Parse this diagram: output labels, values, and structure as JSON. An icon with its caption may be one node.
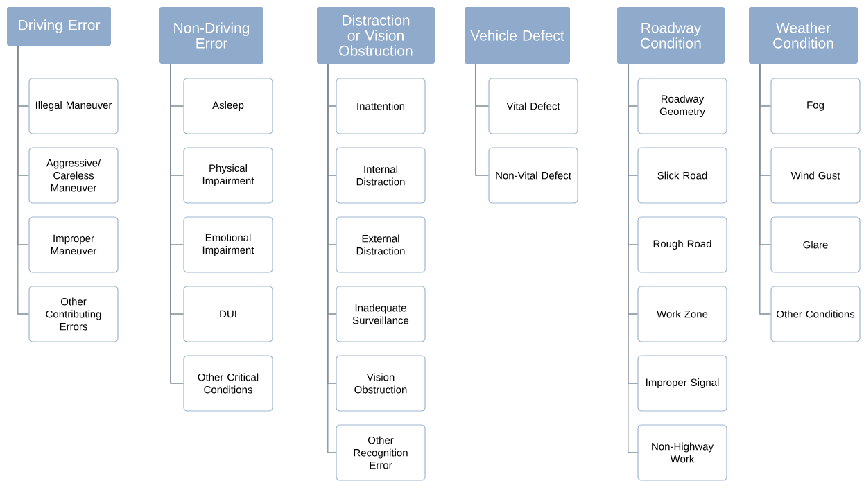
{
  "diagram": {
    "nodes": [
      {
        "text": [
          "Driving Error"
        ]
      },
      {
        "text": [
          "Illegal Maneuver"
        ]
      },
      {
        "text": [
          "Aggressive/ Careless Maneuver"
        ]
      },
      {
        "text": [
          "Improper Maneuver"
        ]
      },
      {
        "text": [
          "Other Contributing Errors"
        ]
      },
      {
        "text": [
          "Non-Driving Error"
        ]
      },
      {
        "text": [
          "Asleep"
        ]
      },
      {
        "text": [
          "Physical Impairment"
        ]
      },
      {
        "text": [
          "Emotional Impairment"
        ]
      },
      {
        "text": [
          "DUI"
        ]
      },
      {
        "text": [
          "Other Critical Conditions"
        ]
      },
      {
        "text": [
          "Distraction or Vision Obstruction"
        ]
      },
      {
        "text": [
          "Inattention"
        ]
      },
      {
        "text": [
          "Internal Distraction"
        ]
      },
      {
        "text": [
          "External Distraction"
        ]
      },
      {
        "text": [
          "Inadequate Surveillance"
        ]
      },
      {
        "text": [
          "Vision Obstruction"
        ]
      },
      {
        "text": [
          "Other Recognition Error"
        ]
      },
      {
        "text": [
          "Vehicle Defect"
        ]
      },
      {
        "text": [
          "Vital Defect"
        ]
      },
      {
        "text": [
          "Non-Vital Defect"
        ]
      },
      {
        "text": [
          "Roadway Condition"
        ]
      },
      {
        "text": [
          "Roadway Geometry"
        ]
      },
      {
        "text": [
          "Slick Road"
        ]
      },
      {
        "text": [
          "Rough Road"
        ]
      },
      {
        "text": [
          "Work Zone"
        ]
      },
      {
        "text": [
          "Improper Signal"
        ]
      },
      {
        "text": [
          "Non-Highway Work"
        ]
      },
      {
        "text": [
          "Weather Condition"
        ]
      },
      {
        "text": [
          "Fog"
        ]
      },
      {
        "text": [
          "Wind Gust"
        ]
      },
      {
        "text": [
          "Glare"
        ]
      },
      {
        "text": [
          "Other Conditions"
        ]
      }
    ],
    "edges": [
      {
        "from": 0,
        "to": 1,
        "arrow": "none"
      },
      {
        "from": 0,
        "to": 2,
        "arrow": "none"
      },
      {
        "from": 0,
        "to": 3,
        "arrow": "none"
      },
      {
        "from": 0,
        "to": 4,
        "arrow": "none"
      },
      {
        "from": 5,
        "to": 6,
        "arrow": "none"
      },
      {
        "from": 5,
        "to": 7,
        "arrow": "none"
      },
      {
        "from": 5,
        "to": 8,
        "arrow": "none"
      },
      {
        "from": 5,
        "to": 9,
        "arrow": "none"
      },
      {
        "from": 5,
        "to": 10,
        "arrow": "none"
      },
      {
        "from": 11,
        "to": 12,
        "arrow": "none"
      },
      {
        "from": 11,
        "to": 13,
        "arrow": "none"
      },
      {
        "from": 11,
        "to": 14,
        "arrow": "none"
      },
      {
        "from": 11,
        "to": 15,
        "arrow": "none"
      },
      {
        "from": 11,
        "to": 16,
        "arrow": "none"
      },
      {
        "from": 11,
        "to": 17,
        "arrow": "none"
      },
      {
        "from": 18,
        "to": 19,
        "arrow": "none"
      },
      {
        "from": 18,
        "to": 20,
        "arrow": "none"
      },
      {
        "from": 21,
        "to": 22,
        "arrow": "none"
      },
      {
        "from": 21,
        "to": 23,
        "arrow": "none"
      },
      {
        "from": 21,
        "to": 24,
        "arrow": "none"
      },
      {
        "from": 21,
        "to": 25,
        "arrow": "none"
      },
      {
        "from": 21,
        "to": 26,
        "arrow": "none"
      },
      {
        "from": 21,
        "to": 27,
        "arrow": "none"
      },
      {
        "from": 28,
        "to": 29,
        "arrow": "none"
      },
      {
        "from": 28,
        "to": 30,
        "arrow": "none"
      },
      {
        "from": 28,
        "to": 31,
        "arrow": "none"
      },
      {
        "from": 28,
        "to": 32,
        "arrow": "none"
      }
    ]
  }
}
